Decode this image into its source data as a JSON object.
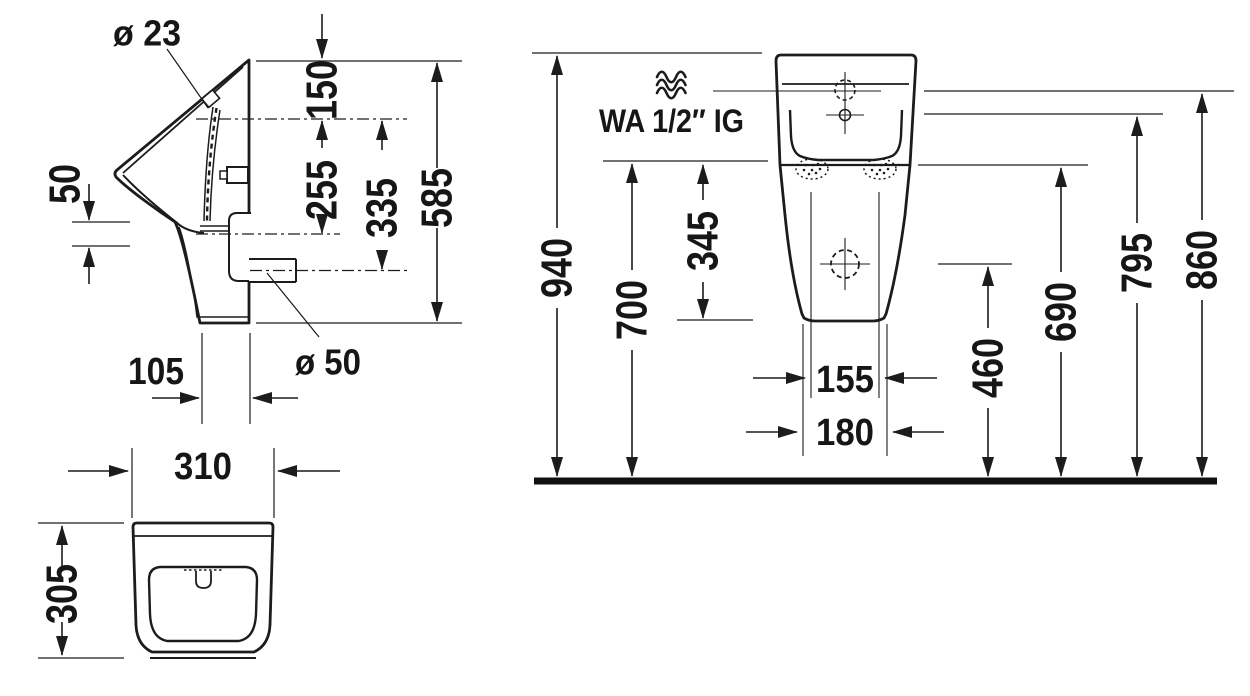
{
  "drawing_title": "urinal-technical-dimension-drawing",
  "colors": {
    "line": "#1c1c1c",
    "background": "#ffffff",
    "text": "#161616"
  },
  "icons": {
    "water_supply": "triple-wave-icon"
  },
  "side_view": {
    "labels": {
      "hole_diameter": "ø 23",
      "dim_150": "150",
      "dim_255": "255",
      "dim_335": "335",
      "dim_585": "585",
      "dim_50": "50",
      "dim_105": "105",
      "outlet_diameter": "ø 50"
    }
  },
  "front_view": {
    "water_connection_label": "WA 1/2″ IG",
    "labels": {
      "dim_940": "940",
      "dim_700": "700",
      "dim_345": "345",
      "dim_155": "155",
      "dim_180": "180",
      "dim_460": "460",
      "dim_690": "690",
      "dim_795": "795",
      "dim_860": "860"
    }
  },
  "plan_view": {
    "labels": {
      "dim_310": "310",
      "dim_305": "305"
    }
  }
}
